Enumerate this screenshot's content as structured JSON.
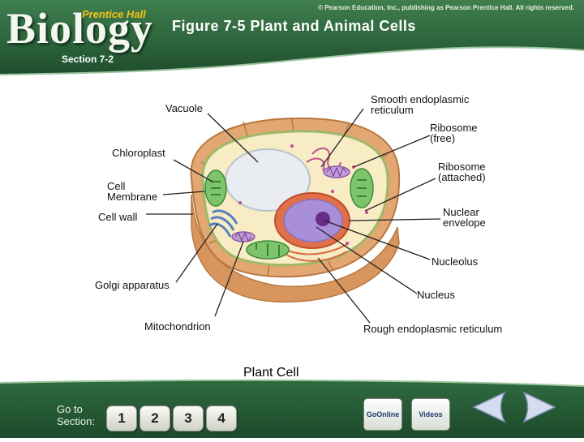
{
  "header": {
    "logo_main": "Biology",
    "logo_publisher": "Prentice Hall",
    "copyright": "© Pearson Education, Inc., publishing as Pearson Prentice Hall. All rights reserved.",
    "figure_title": "Figure 7-5 Plant and Animal Cells",
    "section": "Section 7-2"
  },
  "labels": {
    "vacuole": "Vacuole",
    "smooth_er_1": "Smooth endoplasmic",
    "smooth_er_2": "reticulum",
    "ribosome_free_1": "Ribosome",
    "ribosome_free_2": "(free)",
    "chloroplast": "Chloroplast",
    "ribosome_attached_1": "Ribosome",
    "ribosome_attached_2": "(attached)",
    "cell_membrane_1": "Cell",
    "cell_membrane_2": "Membrane",
    "cell_wall": "Cell wall",
    "nuclear_envelope_1": "Nuclear",
    "nuclear_envelope_2": "envelope",
    "nucleolus": "Nucleolus",
    "golgi": "Golgi apparatus",
    "nucleus": "Nucleus",
    "mitochondrion": "Mitochondrion",
    "rough_er": "Rough endoplasmic reticulum"
  },
  "caption": "Plant Cell",
  "footer": {
    "goto_line1": "Go to",
    "goto_line2": "Section:",
    "section_buttons": [
      "1",
      "2",
      "3",
      "4"
    ],
    "golink_label": "GoOnline",
    "videos_label": "Videos"
  },
  "colors": {
    "header_green": "#2f6b3f",
    "cell_wall": "#e2a773",
    "cytoplasm": "#f7ecc4",
    "nucleus": "#a98fd8",
    "chloroplast": "#7dc46a"
  }
}
